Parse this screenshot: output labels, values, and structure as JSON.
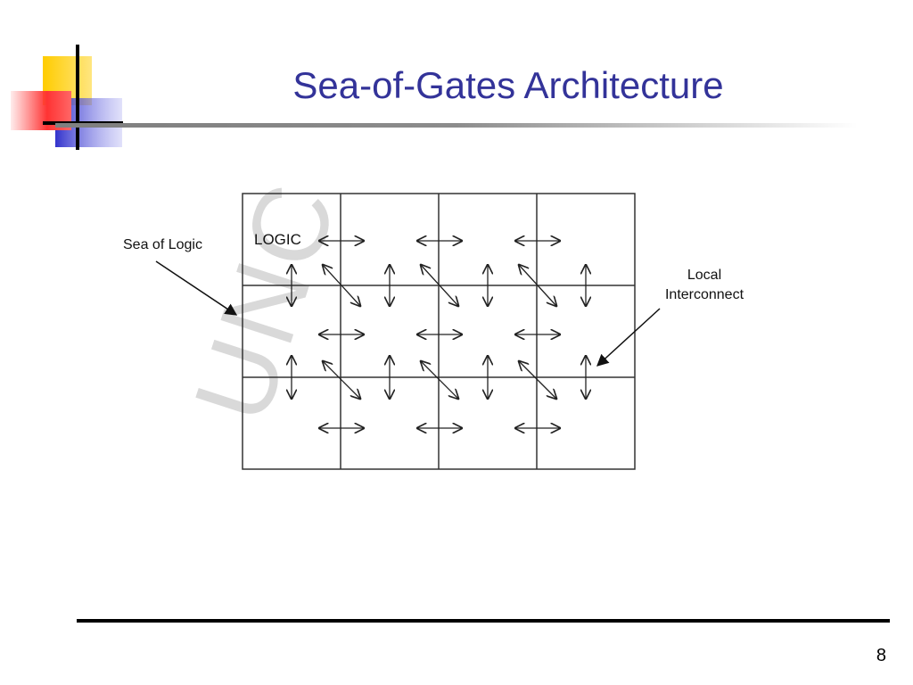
{
  "slide": {
    "title": "Sea-of-Gates Architecture",
    "number": "8"
  },
  "diagram": {
    "cell_label": "LOGIC",
    "left_callout": "Sea of Logic",
    "right_callout_line1": "Local",
    "right_callout_line2": "Interconnect",
    "watermark": "UNC",
    "grid": {
      "rows": 3,
      "cols": 4
    }
  },
  "colors": {
    "title": "#333399",
    "logo_yellow": "#ffcc00",
    "logo_red": "#ff3333",
    "logo_blue": "#3333cc"
  }
}
